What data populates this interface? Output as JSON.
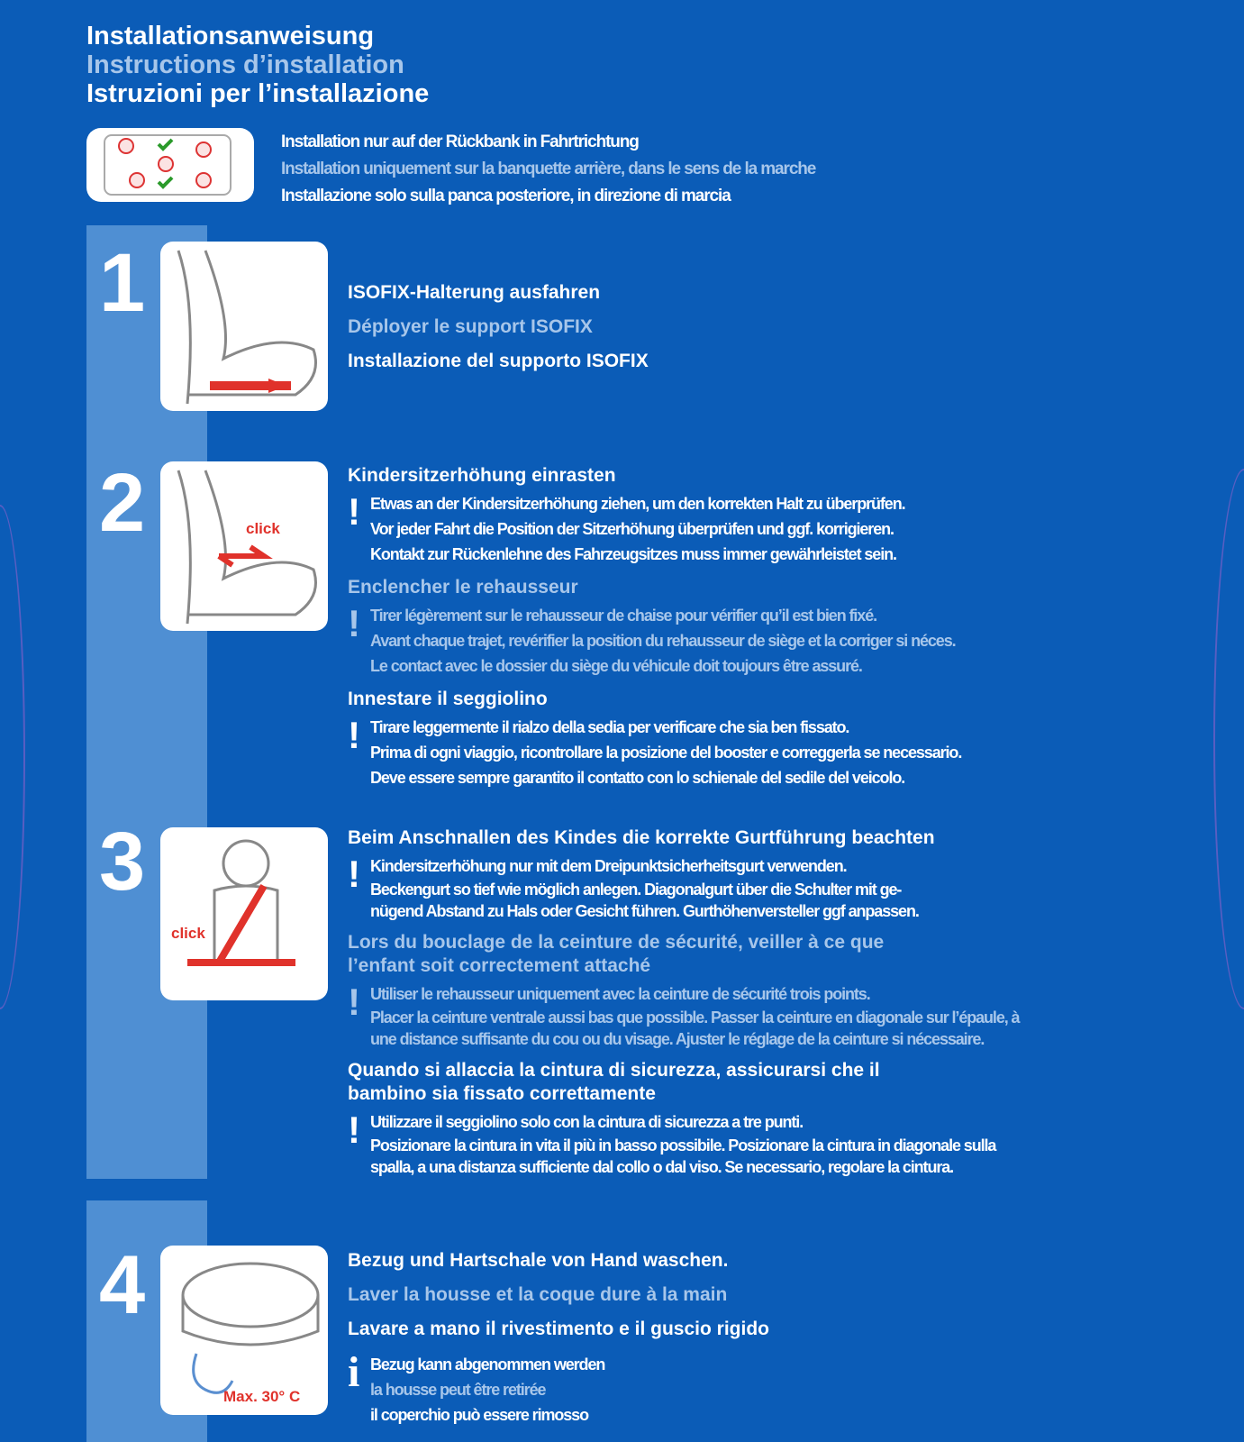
{
  "titles": [
    "Installationsanweisung",
    "Instructions d’installation",
    "Istruzioni per l’installazione"
  ],
  "intro": [
    "Installation nur auf der Rückbank in Fahrtrichtung",
    "Installation uniquement sur la banquette arrière, dans le sens de la marche",
    "Installazione solo sulla panca posteriore, in direzione di marcia"
  ],
  "steps": [
    {
      "number": "1",
      "headings": [
        "ISOFIX-Halterung ausfahren",
        "Déployer le support ISOFIX",
        "Installazione del supporto ISOFIX"
      ]
    },
    {
      "number": "2",
      "click_label": "click",
      "sections": [
        {
          "heading": "Kindersitzerhöhung einrasten",
          "lines": [
            "Etwas an der Kindersitzerhöhung ziehen, um den korrekten Halt zu überprüfen.",
            "Vor jeder Fahrt die Position der Sitzerhöhung überprüfen und ggf. korrigieren.",
            "Kontakt zur Rückenlehne des Fahrzeugsitzes muss immer gewährleistet sein."
          ]
        },
        {
          "heading": "Enclencher le rehausseur",
          "lines": [
            "Tirer légèrement sur le rehausseur de chaise pour vérifier qu’il est bien fixé.",
            "Avant chaque trajet, revérifier la position du rehausseur de siège et la corriger si néces.",
            "Le contact avec le dossier du siège du véhicule doit toujours être assuré."
          ]
        },
        {
          "heading": "Innestare il seggiolino",
          "lines": [
            "Tirare leggermente il rialzo della sedia per verificare che sia ben fissato.",
            "Prima di ogni viaggio, ricontrollare la posizione del booster e correggerla se necessario.",
            "Deve essere sempre garantito il contatto con lo schienale del sedile del veicolo."
          ]
        }
      ]
    },
    {
      "number": "3",
      "click_label": "click",
      "sections": [
        {
          "heading": "Beim Anschnallen des Kindes die korrekte Gurtführung beachten",
          "lines": [
            "Kindersitzerhöhung nur mit dem Dreipunktsicherheitsgurt verwenden.",
            "Beckengurt so tief wie möglich anlegen. Diagonalgurt über die Schulter mit ge-",
            "nügend Abstand zu Hals oder Gesicht führen. Gurthöhenversteller ggf anpassen."
          ]
        },
        {
          "heading": "Lors du bouclage de la ceinture de sécurité, veiller à ce que l’enfant soit correctement attaché",
          "lines": [
            "Utiliser le rehausseur uniquement avec la ceinture de sécurité trois points.",
            "Placer la ceinture ventrale aussi bas que possible. Passer la ceinture en diagonale sur l’épaule, à",
            "une distance suffisante du cou ou du visage. Ajuster le réglage de la ceinture si nécessaire."
          ]
        },
        {
          "heading": "Quando si allaccia la cintura di sicurezza, assicurarsi che il bambino sia fissato correttamente",
          "lines": [
            "Utilizzare il seggiolino solo con la cintura di sicurezza a tre punti.",
            "Posizionare la cintura in vita il più in basso possibile. Posizionare la cintura in diagonale sulla",
            "spalla, a una distanza sufficiente dal collo o dal viso. Se necessario, regolare la cintura."
          ]
        }
      ]
    },
    {
      "number": "4",
      "temp_label": "Max. 30° C",
      "headings": [
        "Bezug und Hartschale von Hand waschen.",
        "Laver la housse et la coque dure à la main",
        "Lavare a mano il rivestimento e il guscio rigido"
      ],
      "info": [
        "Bezug kann abgenommen werden",
        "la housse peut être retirée",
        "il coperchio può essere rimosso"
      ]
    }
  ]
}
